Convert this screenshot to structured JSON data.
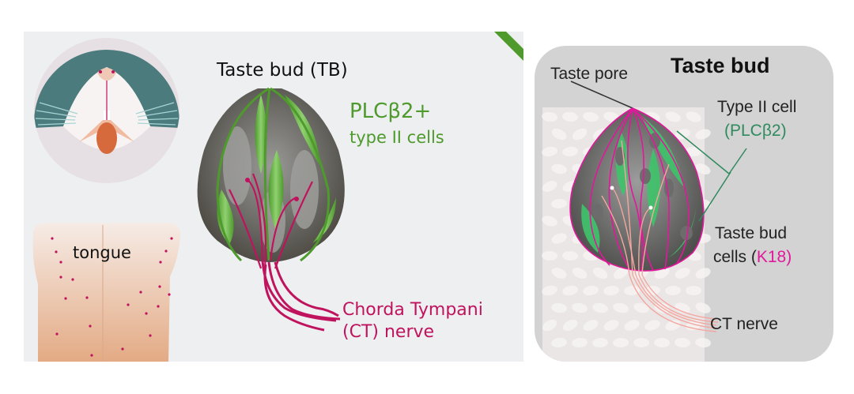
{
  "left_panel": {
    "title": "Taste bud (TB)",
    "cell_label_line1": "PLCβ2+",
    "cell_label_line2": "type II cells",
    "tongue_label": "tongue",
    "nerve_label_line1": "Chorda Tympani",
    "nerve_label_line2": "(CT) nerve",
    "icons": [
      "mouse-face-icon",
      "tongue-icon",
      "taste-bud-icon"
    ]
  },
  "right_panel": {
    "title": "Taste bud",
    "pore_label": "Taste pore",
    "type2_label_line1": "Type II cell",
    "type2_label_line2": "(PLCβ2)",
    "cells_label_prefix": "cells (",
    "cells_label_marker": "K18",
    "cells_label_suffix": ")",
    "cells_label_line1": "Taste bud",
    "nerve_label": "CT nerve"
  },
  "colors": {
    "left_green": "#4e9a2c",
    "left_magenta": "#c0135e",
    "right_green": "#2f8a5e",
    "right_magenta": "#e0199a",
    "mouse_teal": "#4a7a7a",
    "tongue_peach": "#e6b08e"
  }
}
